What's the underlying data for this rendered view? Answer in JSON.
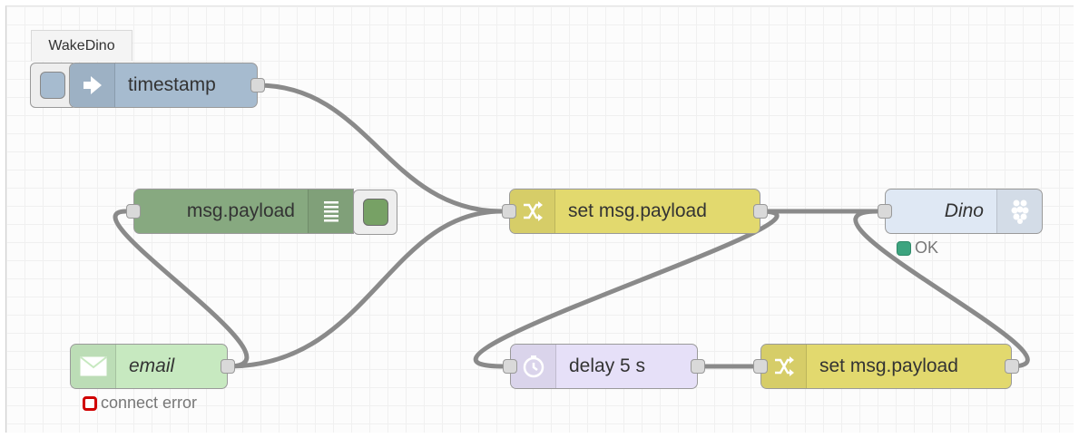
{
  "flow_tab": {
    "label": "WakeDino"
  },
  "nodes": {
    "timestamp": {
      "label": "timestamp",
      "type": "inject",
      "color": "#a6bbcf"
    },
    "debug": {
      "label": "msg.payload",
      "type": "debug",
      "color": "#87a980"
    },
    "email": {
      "label": "email",
      "type": "email",
      "color": "#c7e9c0",
      "status": {
        "text": "connect error",
        "shape": "ring",
        "color": "#d00000"
      }
    },
    "change1": {
      "label": "set msg.payload",
      "type": "change",
      "color": "#e2d96e"
    },
    "dino": {
      "label": "Dino",
      "type": "rpi-gpio",
      "color": "#dfe8f4",
      "status": {
        "text": "OK",
        "shape": "dot",
        "color": "#3da47f"
      }
    },
    "delay": {
      "label": "delay 5 s",
      "type": "delay",
      "color": "#e6e0f8"
    },
    "change2": {
      "label": "set msg.payload",
      "type": "change",
      "color": "#e2d96e"
    }
  },
  "wires": [
    {
      "from": "timestamp",
      "to": "change1"
    },
    {
      "from": "email",
      "to": "change1"
    },
    {
      "from": "email",
      "to": "debug"
    },
    {
      "from": "change1",
      "to": "dino"
    },
    {
      "from": "change1",
      "to": "delay"
    },
    {
      "from": "delay",
      "to": "change2"
    },
    {
      "from": "change2",
      "to": "dino"
    }
  ]
}
